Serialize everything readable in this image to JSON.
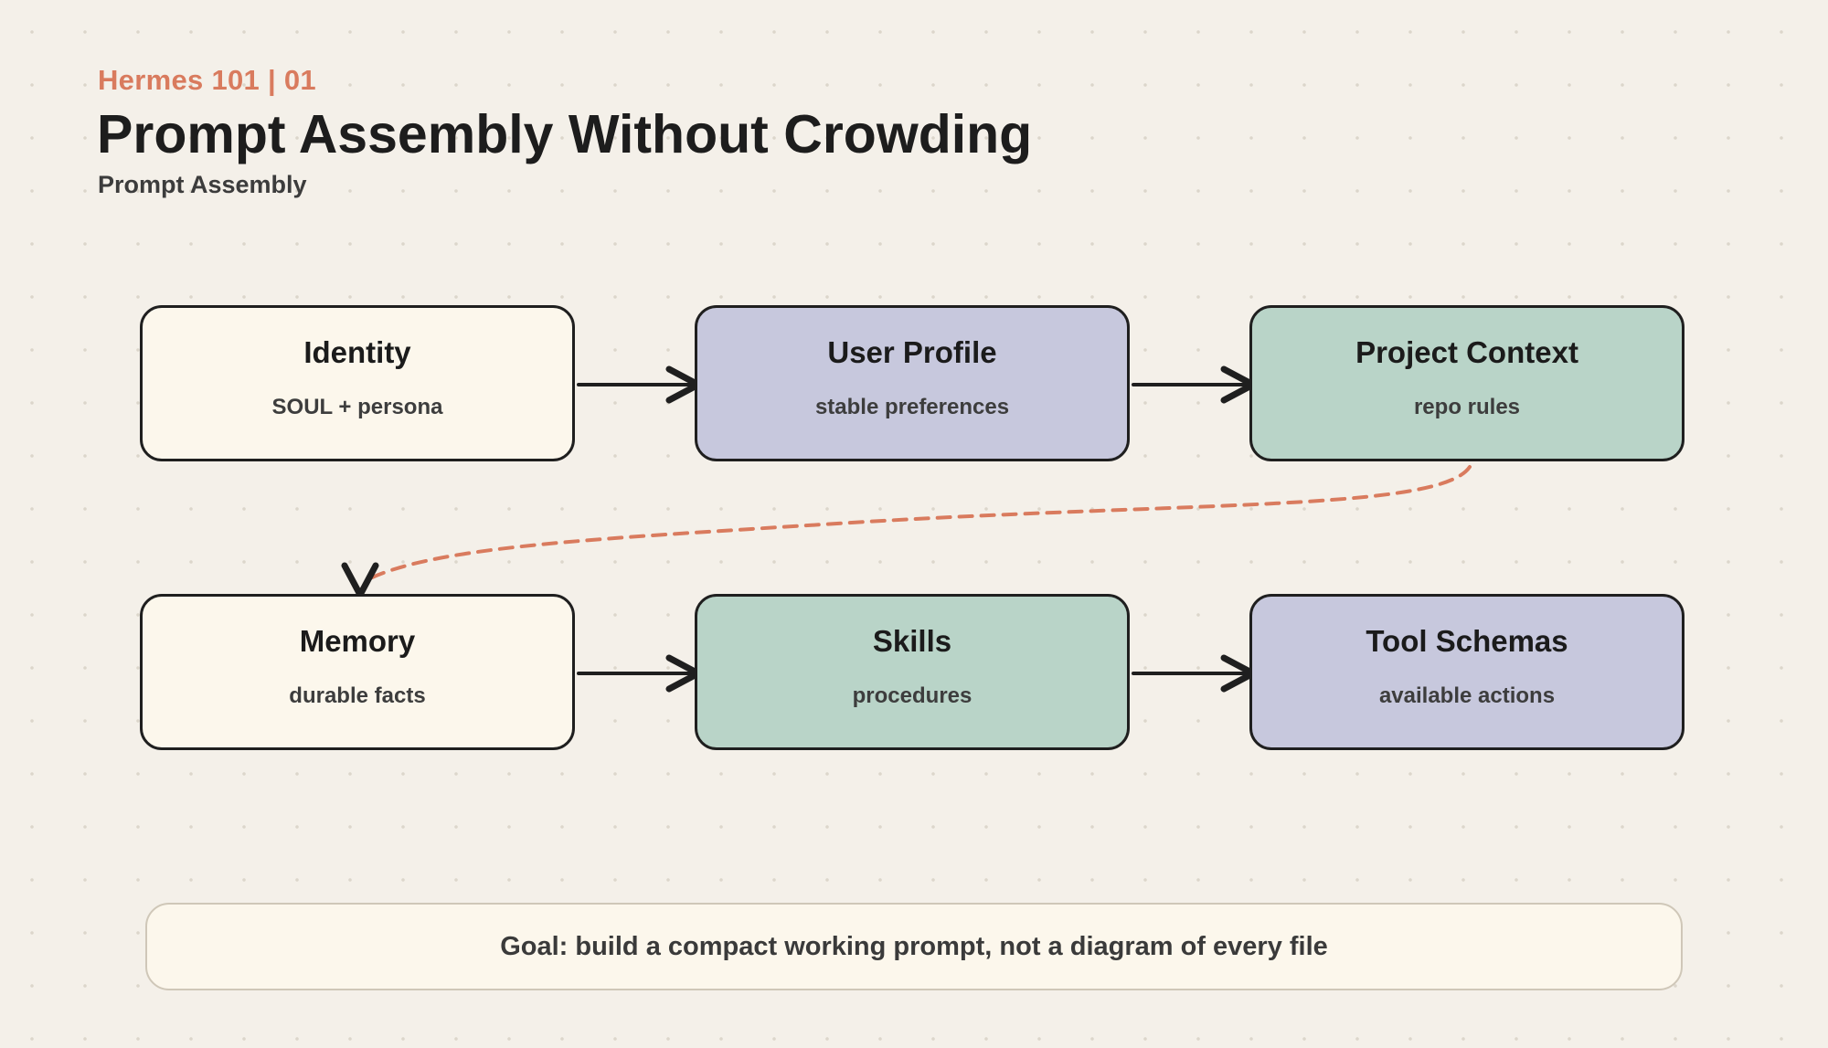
{
  "header": {
    "eyebrow": "Hermes 101 | 01",
    "title": "Prompt Assembly Without Crowding",
    "subtitle": "Prompt Assembly"
  },
  "nodes": [
    {
      "title": "Identity",
      "subtitle": "SOUL + persona",
      "color": "#fcf7ec"
    },
    {
      "title": "User Profile",
      "subtitle": "stable preferences",
      "color": "#c7c8dd"
    },
    {
      "title": "Project Context",
      "subtitle": "repo rules",
      "color": "#b9d4c8"
    },
    {
      "title": "Memory",
      "subtitle": "durable facts",
      "color": "#fcf7ec"
    },
    {
      "title": "Skills",
      "subtitle": "procedures",
      "color": "#b9d4c8"
    },
    {
      "title": "Tool Schemas",
      "subtitle": "available actions",
      "color": "#c7c8dd"
    }
  ],
  "edges": [
    {
      "from": "Identity",
      "to": "User Profile",
      "style": "solid"
    },
    {
      "from": "User Profile",
      "to": "Project Context",
      "style": "solid"
    },
    {
      "from": "Project Context",
      "to": "Memory",
      "style": "dashed",
      "color": "#d97b5e"
    },
    {
      "from": "Memory",
      "to": "Skills",
      "style": "solid"
    },
    {
      "from": "Skills",
      "to": "Tool Schemas",
      "style": "solid"
    }
  ],
  "goal": {
    "text": "Goal: build a compact working prompt, not a diagram of every file"
  },
  "colors": {
    "accent": "#d97b5e",
    "cream": "#fcf7ec",
    "lavender": "#c7c8dd",
    "sage": "#b9d4c8",
    "ink": "#1f1f1f"
  }
}
